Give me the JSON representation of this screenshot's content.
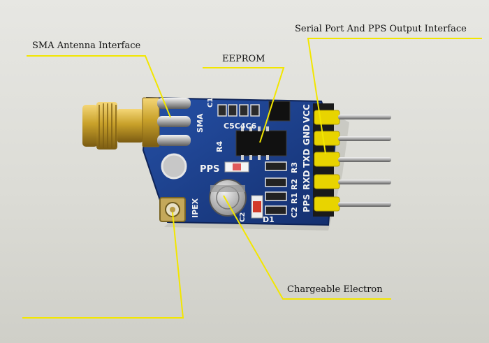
{
  "annotations": {
    "sma": "SMA Antenna Interface",
    "eeprom": "EEPROM",
    "serial": "Serial Port And PPS Output Interface",
    "battery": "Chargeable Electron"
  },
  "silkscreen": {
    "sma": "SMA",
    "c1": "C1",
    "c5c4c6": "C5C4C6",
    "r4": "R4",
    "pps_led": "PPS",
    "ipex": "IPEX",
    "c2": "C2",
    "d1": "D1",
    "r3": "R3",
    "r2": "R2",
    "r1": "R1",
    "c2b": "C2",
    "pin_vcc": "VCC",
    "pin_gnd": "GND",
    "pin_txd": "TXD",
    "pin_rxd": "RXD",
    "pin_pps": "PPS"
  },
  "colors": {
    "callout_line": "#f2e600",
    "board": "#1b3f8c",
    "header": "#e8d400",
    "sma_gold": "#c9a12a"
  }
}
